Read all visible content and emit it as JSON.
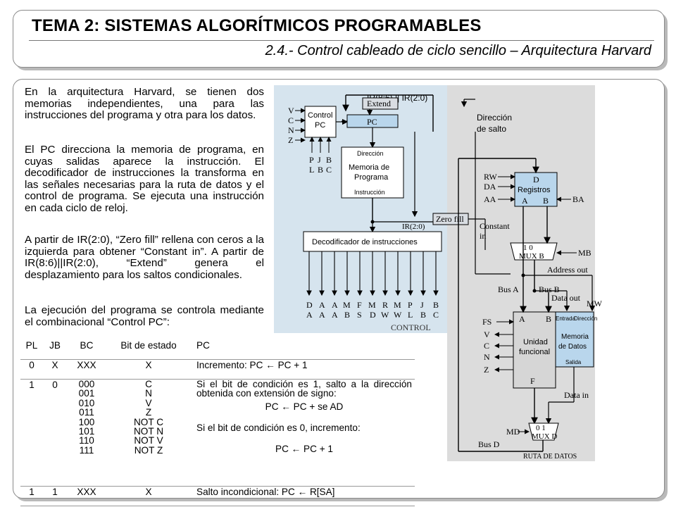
{
  "header": {
    "title": "TEMA 2: SISTEMAS ALGORÍTMICOS PROGRAMABLES",
    "subtitle": "2.4.- Control cableado de ciclo sencillo – Arquitectura Harvard"
  },
  "text": {
    "p1": "En la arquitectura Harvard, se tienen dos memorias independientes, una para las instrucciones del programa y otra para los datos.",
    "p2": "El PC direcciona la memoria de programa, en cuyas salidas aparece la instrucción. El decodificador de instrucciones la transforma en las señales necesarias para la ruta de datos y el control de programa. Se ejecuta una instrucción en cada ciclo de reloj.",
    "p3": "A partir de IR(2:0), “Zero fill” rellena con ceros a la izquierda para obtener “Constant in”. A partir de IR(8:6)||IR(2:0), “Extend” genera el desplazamiento para los saltos condicionales.",
    "p4": "La ejecución del programa se controla mediante el combinacional “Control PC”:"
  },
  "table": {
    "headers": {
      "pl": "PL",
      "jb": "JB",
      "bc": "BC",
      "bit": "Bit de estado",
      "pc": "PC"
    },
    "row0": {
      "pl": "0",
      "jb": "X",
      "bc": "XXX",
      "bit": "X",
      "pc": "Incremento: PC ← PC + 1"
    },
    "row1": {
      "pl": "1",
      "jb": "0",
      "bc": [
        "000",
        "001",
        "010",
        "011",
        "100",
        "101",
        "110",
        "111"
      ],
      "bit": [
        "C",
        "N",
        "V",
        "Z",
        "NOT C",
        "NOT N",
        "NOT V",
        "NOT Z"
      ],
      "pc_a": "Si el bit de condición es 1, salto a la dirección obtenida con extensión de signo:",
      "pc_b": "PC ← PC + se AD",
      "pc_c": "Si el bit de condición es 0, incremento:",
      "pc_d": "PC ← PC + 1"
    },
    "row2": {
      "pl": "1",
      "jb": "1",
      "bc": "XXX",
      "bit": "X",
      "pc": "Salto incondicional: PC ← R[SA]"
    }
  },
  "diagram": {
    "ir_top": "IR(8:6) || IR(2:0)",
    "extend": "Extend",
    "control_pc": [
      "Control",
      "PC"
    ],
    "pc": "PC",
    "inputs_left": [
      "V",
      "C",
      "N",
      "Z"
    ],
    "inputs_bottom": [
      "P",
      "J",
      "B",
      "L",
      "B",
      "C"
    ],
    "dir_salto": [
      "Dirección",
      "de salto"
    ],
    "mem_prog": {
      "addr": "Dirección",
      "name1": "Memoria de",
      "name2": "Programa",
      "out": "Instrucción"
    },
    "zero_fill": "Zero fill",
    "ir_low": "IR(2:0)",
    "constant_in": [
      "Constant",
      "in"
    ],
    "decoder": "Decodificador de instrucciones",
    "signals_top": [
      "D",
      "A",
      "A",
      "M",
      "F",
      "M",
      "R",
      "M",
      "P",
      "J",
      "B"
    ],
    "signals_bottom": [
      "A",
      "A",
      "A",
      "B",
      "S",
      "D",
      "W",
      "W",
      "L",
      "B",
      "C"
    ],
    "control_label": "CONTROL",
    "registros": {
      "d": "D",
      "name": "Registros",
      "a": "A",
      "b": "B"
    },
    "reg_inputs": [
      "RW",
      "DA",
      "AA"
    ],
    "ba": "BA",
    "mux_b": {
      "in": "1  0",
      "name": "MUX B"
    },
    "mb": "MB",
    "address_out": "Address out",
    "bus_a": "Bus A",
    "bus_b": "Bus B",
    "data_out": "Data out",
    "mw": "MW",
    "mem_datos": {
      "in": "Entrada",
      "addr": "Dirección",
      "name1": "Memoria",
      "name2": "de Datos",
      "out": "Salida"
    },
    "fu": {
      "a": "A",
      "b": "B",
      "name1": "Unidad",
      "name2": "funcional",
      "f": "F"
    },
    "fu_inputs": [
      "FS",
      "V",
      "C",
      "N",
      "Z"
    ],
    "data_in": "Data in",
    "mux_d": {
      "in": "0  1",
      "name": "MUX D"
    },
    "md": "MD",
    "bus_d": "Bus D",
    "ruta": "RUTA DE DATOS"
  }
}
